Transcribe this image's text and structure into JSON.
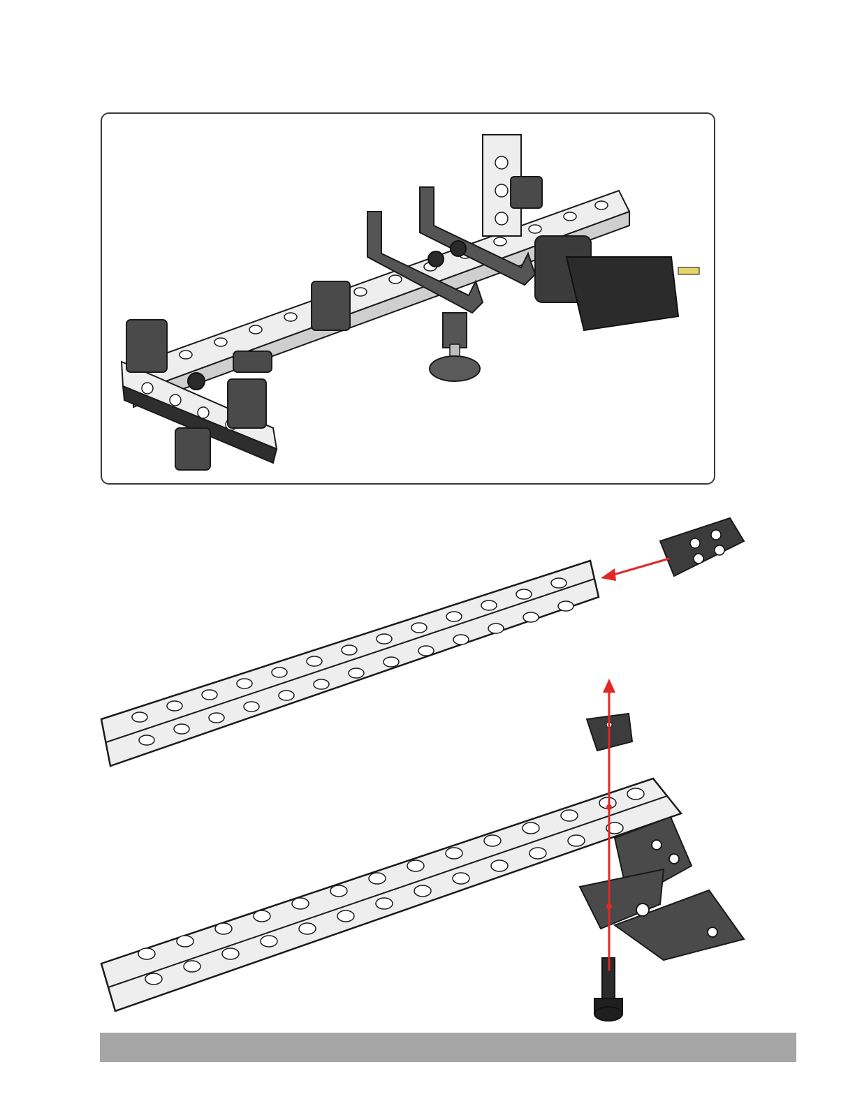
{
  "page": {
    "background": "#ffffff"
  },
  "colors": {
    "beam_fill": "#eeeeee",
    "beam_outline": "#1a1a1a",
    "part_dark": "#3c3c3c",
    "part_mid": "#5a5a5a",
    "arrow_red": "#e32626",
    "footer_bar": "#a6a6a6",
    "panel_border": "#3a3a3a"
  },
  "overview": {
    "icon": "assembled-arm-illustration"
  },
  "steps": {
    "beam_coupler_icon": "beam-coupler-part",
    "square_nut_icon": "square-nut-part",
    "bracket_icon": "angle-bracket-part",
    "screw_icon": "socket-head-screw-part"
  },
  "footer": {
    "text": ""
  }
}
